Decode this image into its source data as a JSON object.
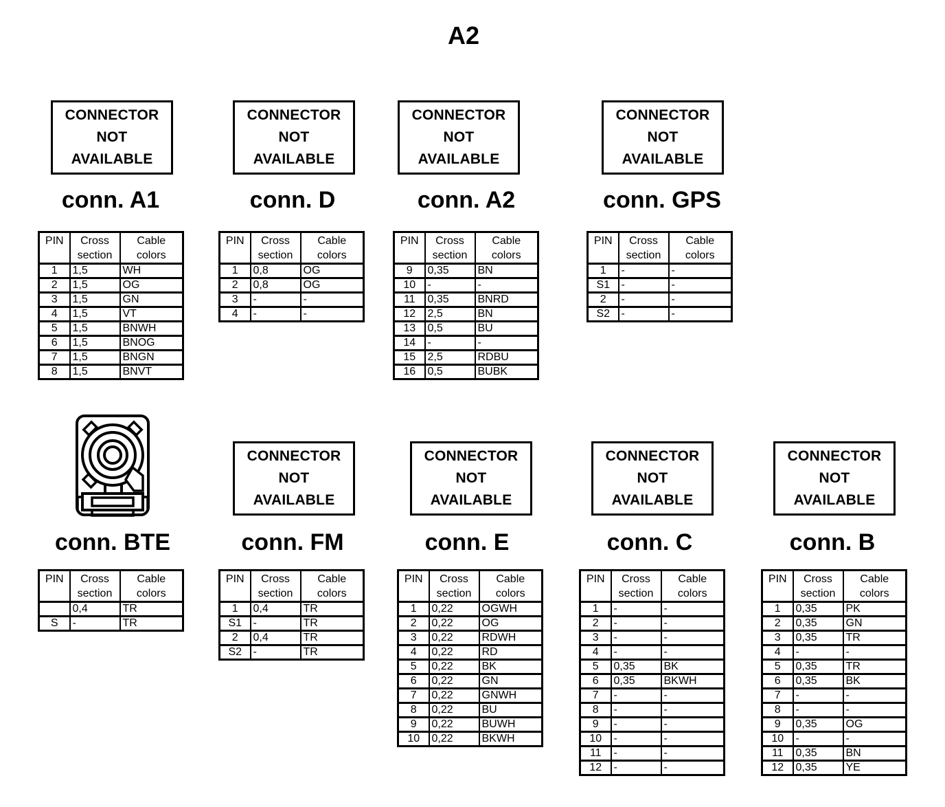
{
  "title": "A2",
  "connector_not_available_lines": [
    "CONNECTOR",
    "NOT",
    "AVAILABLE"
  ],
  "table_headers": [
    "PIN",
    "Cross section",
    "Cable colors"
  ],
  "colors": {
    "ink": "#000000",
    "background": "#ffffff"
  },
  "connectors": [
    {
      "label": "conn. A1",
      "image": "not-available-placeholder",
      "pins": [
        [
          "1",
          "1,5",
          "WH"
        ],
        [
          "2",
          "1,5",
          "OG"
        ],
        [
          "3",
          "1,5",
          "GN"
        ],
        [
          "4",
          "1,5",
          "VT"
        ],
        [
          "5",
          "1,5",
          "BNWH"
        ],
        [
          "6",
          "1,5",
          "BNOG"
        ],
        [
          "7",
          "1,5",
          "BNGN"
        ],
        [
          "8",
          "1,5",
          "BNVT"
        ]
      ]
    },
    {
      "label": "conn. D",
      "image": "not-available-placeholder",
      "pins": [
        [
          "1",
          "0,8",
          "OG"
        ],
        [
          "2",
          "0,8",
          "OG"
        ],
        [
          "3",
          "-",
          "-"
        ],
        [
          "4",
          "-",
          "-"
        ]
      ]
    },
    {
      "label": "conn. A2",
      "image": "not-available-placeholder",
      "pins": [
        [
          "9",
          "0,35",
          "BN"
        ],
        [
          "10",
          "-",
          "-"
        ],
        [
          "11",
          "0,35",
          "BNRD"
        ],
        [
          "12",
          "2,5",
          "BN"
        ],
        [
          "13",
          "0,5",
          "BU"
        ],
        [
          "14",
          "-",
          "-"
        ],
        [
          "15",
          "2,5",
          "RDBU"
        ],
        [
          "16",
          "0,5",
          "BUBK"
        ]
      ]
    },
    {
      "label": "conn. GPS",
      "image": "not-available-placeholder",
      "pins": [
        [
          "1",
          "-",
          "-"
        ],
        [
          "S1",
          "-",
          "-"
        ],
        [
          "2",
          "-",
          "-"
        ],
        [
          "S2",
          "-",
          "-"
        ]
      ]
    },
    {
      "label": "conn. BTE",
      "image": "coax-connector-drawing",
      "pins": [
        [
          "",
          "0,4",
          "TR"
        ],
        [
          "S",
          "-",
          "TR"
        ]
      ]
    },
    {
      "label": "conn. FM",
      "image": "not-available-placeholder",
      "pins": [
        [
          "1",
          "0,4",
          "TR"
        ],
        [
          "S1",
          "-",
          "TR"
        ],
        [
          "2",
          "0,4",
          "TR"
        ],
        [
          "S2",
          "-",
          "TR"
        ]
      ]
    },
    {
      "label": "conn. E",
      "image": "not-available-placeholder",
      "pins": [
        [
          "1",
          "0,22",
          "OGWH"
        ],
        [
          "2",
          "0,22",
          "OG"
        ],
        [
          "3",
          "0,22",
          "RDWH"
        ],
        [
          "4",
          "0,22",
          "RD"
        ],
        [
          "5",
          "0,22",
          "BK"
        ],
        [
          "6",
          "0,22",
          "GN"
        ],
        [
          "7",
          "0,22",
          "GNWH"
        ],
        [
          "8",
          "0,22",
          "BU"
        ],
        [
          "9",
          "0,22",
          "BUWH"
        ],
        [
          "10",
          "0,22",
          "BKWH"
        ]
      ]
    },
    {
      "label": "conn. C",
      "image": "not-available-placeholder",
      "pins": [
        [
          "1",
          "-",
          "-"
        ],
        [
          "2",
          "-",
          "-"
        ],
        [
          "3",
          "-",
          "-"
        ],
        [
          "4",
          "-",
          "-"
        ],
        [
          "5",
          "0,35",
          "BK"
        ],
        [
          "6",
          "0,35",
          "BKWH"
        ],
        [
          "7",
          "-",
          "-"
        ],
        [
          "8",
          "-",
          "-"
        ],
        [
          "9",
          "-",
          "-"
        ],
        [
          "10",
          "-",
          "-"
        ],
        [
          "11",
          "-",
          "-"
        ],
        [
          "12",
          "-",
          "-"
        ]
      ]
    },
    {
      "label": "conn. B",
      "image": "not-available-placeholder",
      "pins": [
        [
          "1",
          "0,35",
          "PK"
        ],
        [
          "2",
          "0,35",
          "GN"
        ],
        [
          "3",
          "0,35",
          "TR"
        ],
        [
          "4",
          "-",
          "-"
        ],
        [
          "5",
          "0,35",
          "TR"
        ],
        [
          "6",
          "0,35",
          "BK"
        ],
        [
          "7",
          "-",
          "-"
        ],
        [
          "8",
          "-",
          "-"
        ],
        [
          "9",
          "0,35",
          "OG"
        ],
        [
          "10",
          "-",
          "-"
        ],
        [
          "11",
          "0,35",
          "BN"
        ],
        [
          "12",
          "0,35",
          "YE"
        ]
      ]
    }
  ]
}
